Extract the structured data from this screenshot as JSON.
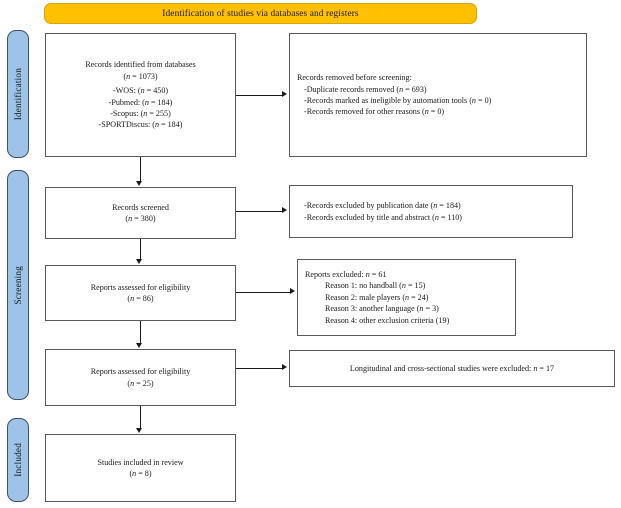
{
  "diagram": {
    "type": "prisma-flow-diagram",
    "banner": {
      "label": "Identification of studies via databases and registers",
      "color": "#FFC000"
    },
    "stages": [
      {
        "key": "identification",
        "label": "Identification",
        "color": "#9DC3E6"
      },
      {
        "key": "screening",
        "label": "Screening",
        "color": "#9DC3E6"
      },
      {
        "key": "included",
        "label": "Included",
        "color": "#9DC3E6"
      }
    ],
    "boxes": {
      "records_identified": {
        "title": "Records identified from databases",
        "count": "(n = 1073)",
        "sources": [
          "-WOS: (n = 450)",
          "-Pubmed: (n = 184)",
          "-Scopus: (n = 255)",
          "-SPORTDiscus: (n = 184)"
        ]
      },
      "records_removed": {
        "title": "Records removed before screening:",
        "items": [
          "-Duplicate records removed (n = 693)",
          "-Records marked as ineligible by automation tools (n = 0)",
          "-Records removed for other reasons (n = 0)"
        ]
      },
      "records_screened": {
        "title": "Records screened",
        "count": "(n = 380)"
      },
      "records_excluded": {
        "items": [
          "-Records excluded by publication date (n = 184)",
          "-Records excluded by title and abstract (n = 110)"
        ]
      },
      "reports_eligibility_86": {
        "title": "Reports assessed for eligibility",
        "count": "(n = 86)"
      },
      "reports_excluded": {
        "title": "Reports excluded: n = 61",
        "reasons": [
          "Reason 1: no handball (n = 15)",
          "Reason 2: male players (n = 24)",
          "Reason 3: another language (n = 3)",
          "Reason 4: other exclusion criteria (19)"
        ]
      },
      "reports_eligibility_25": {
        "title": "Reports assessed for eligibility",
        "count": "(n = 25)"
      },
      "longitudinal_excluded": {
        "title": "Longitudinal and cross-sectional studies were excluded: n = 17"
      },
      "studies_included": {
        "title": "Studies included in review",
        "count": "(n = 8)"
      }
    }
  }
}
